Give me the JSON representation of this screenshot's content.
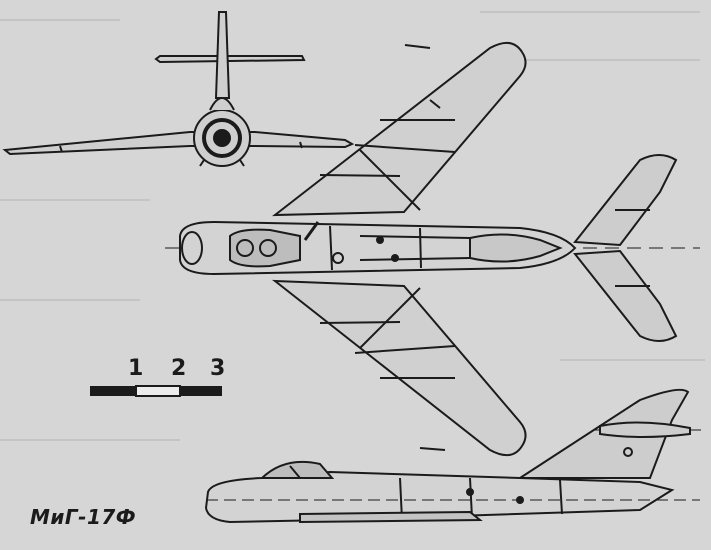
{
  "diagram": {
    "title": "МиГ-17Ф",
    "scale_bar": {
      "labels": [
        "1",
        "2",
        "3"
      ]
    }
  }
}
